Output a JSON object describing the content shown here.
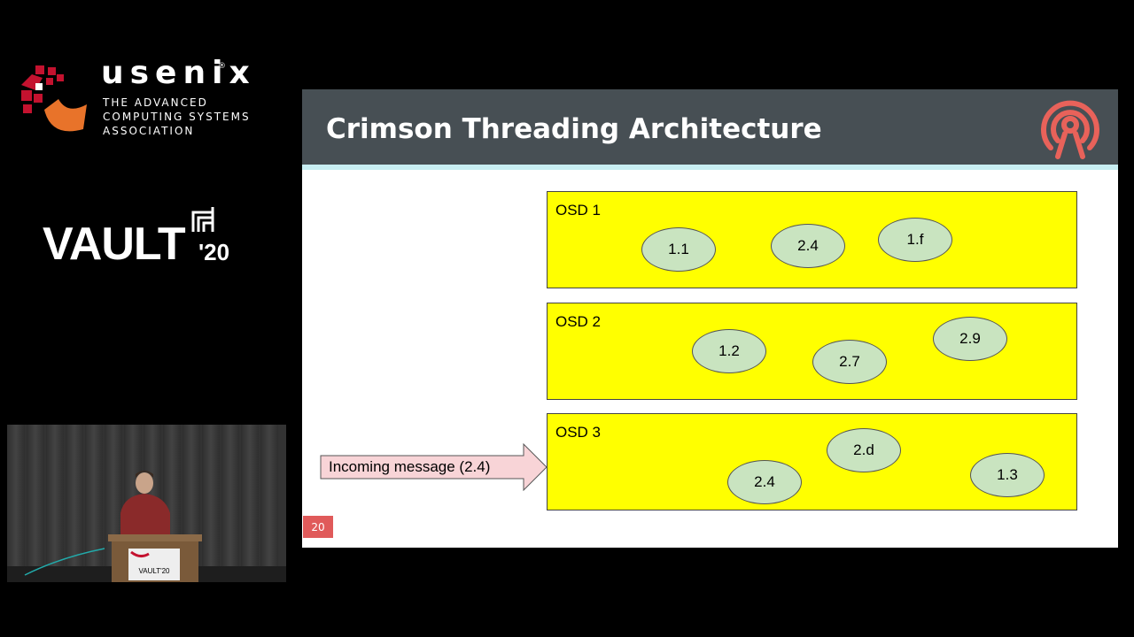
{
  "conference": {
    "org_name": "usenix",
    "org_registered_mark": "®",
    "org_tagline_lines": [
      "THE ADVANCED",
      "COMPUTING SYSTEMS",
      "ASSOCIATION"
    ],
    "event_name": "VAULT",
    "event_year": "'20"
  },
  "video": {
    "podium_text": "VAULT'20"
  },
  "slide": {
    "title": "Crimson Threading Architecture",
    "logo_icon": "ceph-octopus-icon",
    "page_number": "20",
    "osds": [
      {
        "label": "OSD 1",
        "pgs": [
          "1.1",
          "2.4",
          "1.f"
        ]
      },
      {
        "label": "OSD 2",
        "pgs": [
          "1.2",
          "2.7",
          "2.9"
        ]
      },
      {
        "label": "OSD 3",
        "pgs": [
          "2.d",
          "2.4",
          "1.3"
        ]
      }
    ],
    "incoming_message": "Incoming message (2.4)"
  },
  "colors": {
    "header_bg": "#474f54",
    "osd_fill": "#ffff00",
    "pg_fill": "#c9e4c0",
    "arrow_fill": "#f8d4d7",
    "accent_red": "#e05a5a"
  }
}
